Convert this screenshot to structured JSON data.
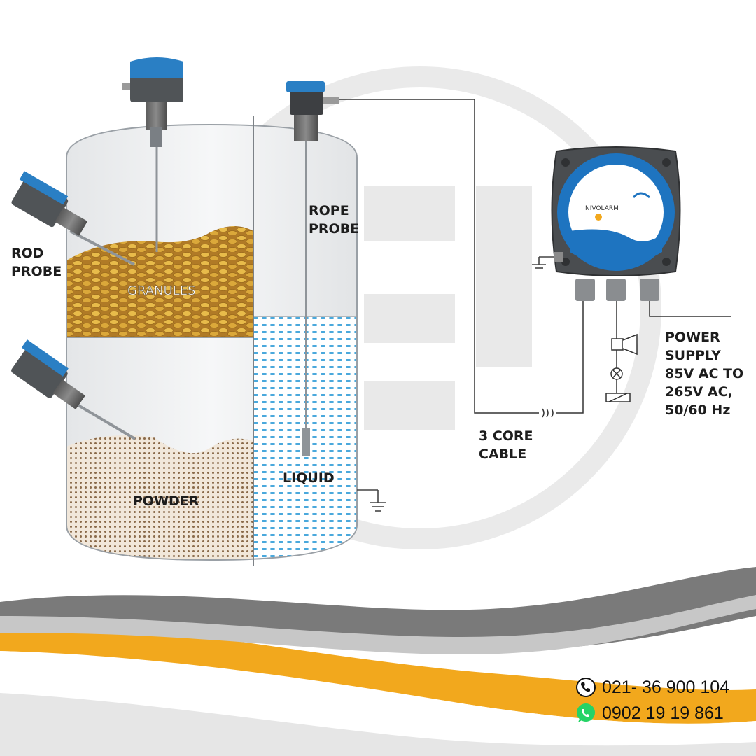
{
  "labels": {
    "rod_probe": [
      "ROD",
      "PROBE"
    ],
    "rope_probe": [
      "ROPE",
      "PROBE"
    ],
    "granules": "GRANULES",
    "powder": "POWDER",
    "liquid": "LIQUID",
    "controller_brand": "NIVOLARM",
    "cable": [
      "3 CORE",
      "CABLE"
    ],
    "power_supply": [
      "POWER",
      "SUPPLY",
      "85V AC TO",
      "265V AC,",
      "50/60 Hz"
    ]
  },
  "contacts": {
    "phone": "021- 36 900 104",
    "whatsapp": "0902 19 19 861"
  },
  "colors": {
    "probe_head_blue": "#2a7fc4",
    "granule": "#d9a93a",
    "powder_dot": "#8a6a4a",
    "liquid_dot": "#49a8dc",
    "swoosh_gray": "#6e6e6e",
    "swoosh_orange": "#f2a81d",
    "whatsapp_green": "#25d366"
  },
  "icons": [
    "phone-icon",
    "whatsapp-icon",
    "ground-icon",
    "horn-icon",
    "lamp-icon",
    "relay-icon"
  ]
}
